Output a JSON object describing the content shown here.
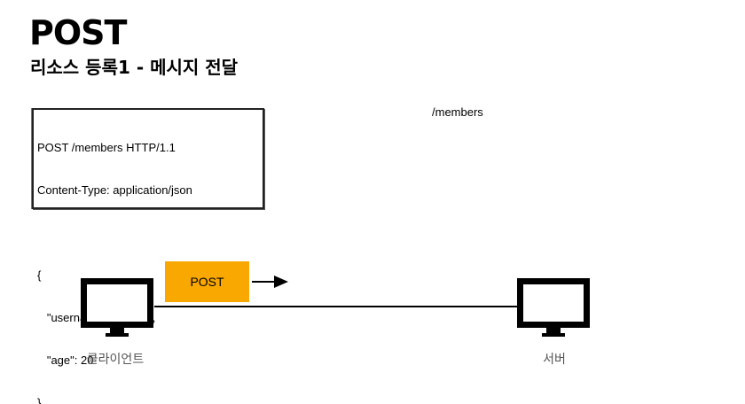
{
  "title": "POST",
  "subtitle": "리소스 등록1 - 메시지 전달",
  "http_message": {
    "lines": [
      "POST /members HTTP/1.1",
      "Content-Type: application/json",
      "",
      "{",
      "   \"username\": \"young\",",
      "   \"age\": 20",
      "}"
    ]
  },
  "resource_path": "/members",
  "method_badge": {
    "label": "POST",
    "color": "#f8a800"
  },
  "client": {
    "label": "클라이언트",
    "icon": "monitor-icon"
  },
  "server": {
    "label": "서버",
    "icon": "monitor-icon"
  },
  "arrow": {
    "icon": "arrow-right-icon"
  }
}
